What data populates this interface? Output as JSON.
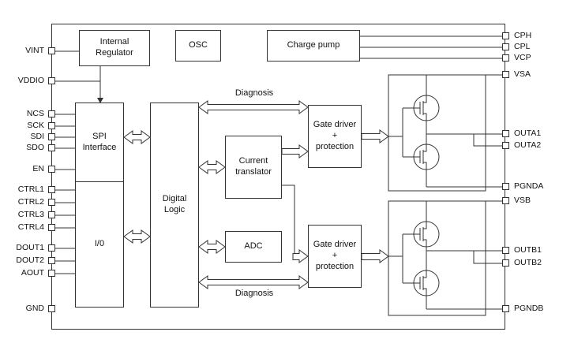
{
  "diagram": {
    "blocks": {
      "internal_regulator": "Internal\nRegulator",
      "osc": "OSC",
      "charge_pump": "Charge pump",
      "spi_interface": "SPI\nInterface",
      "io": "I/0",
      "digital_logic": "Digital\nLogic",
      "current_translator": "Current\ntranslator",
      "adc": "ADC",
      "gate_driver_a": "Gate driver\n+\nprotection",
      "gate_driver_b": "Gate driver\n+\nprotection"
    },
    "labels": {
      "diagnosis_top": "Diagnosis",
      "diagnosis_bottom": "Diagnosis"
    },
    "pins": {
      "left": [
        "VINT",
        "VDDIO",
        "NCS",
        "SCK",
        "SDI",
        "SDO",
        "EN",
        "CTRL1",
        "CTRL2",
        "CTRL3",
        "CTRL4",
        "DOUT1",
        "DOUT2",
        "AOUT",
        "GND"
      ],
      "right": [
        "CPH",
        "CPL",
        "VCP",
        "VSA",
        "OUTA1",
        "OUTA2",
        "PGNDA",
        "VSB",
        "OUTB1",
        "OUTB2",
        "PGNDB"
      ]
    },
    "colors": {
      "line": "#333333",
      "background": "#ffffff"
    }
  }
}
